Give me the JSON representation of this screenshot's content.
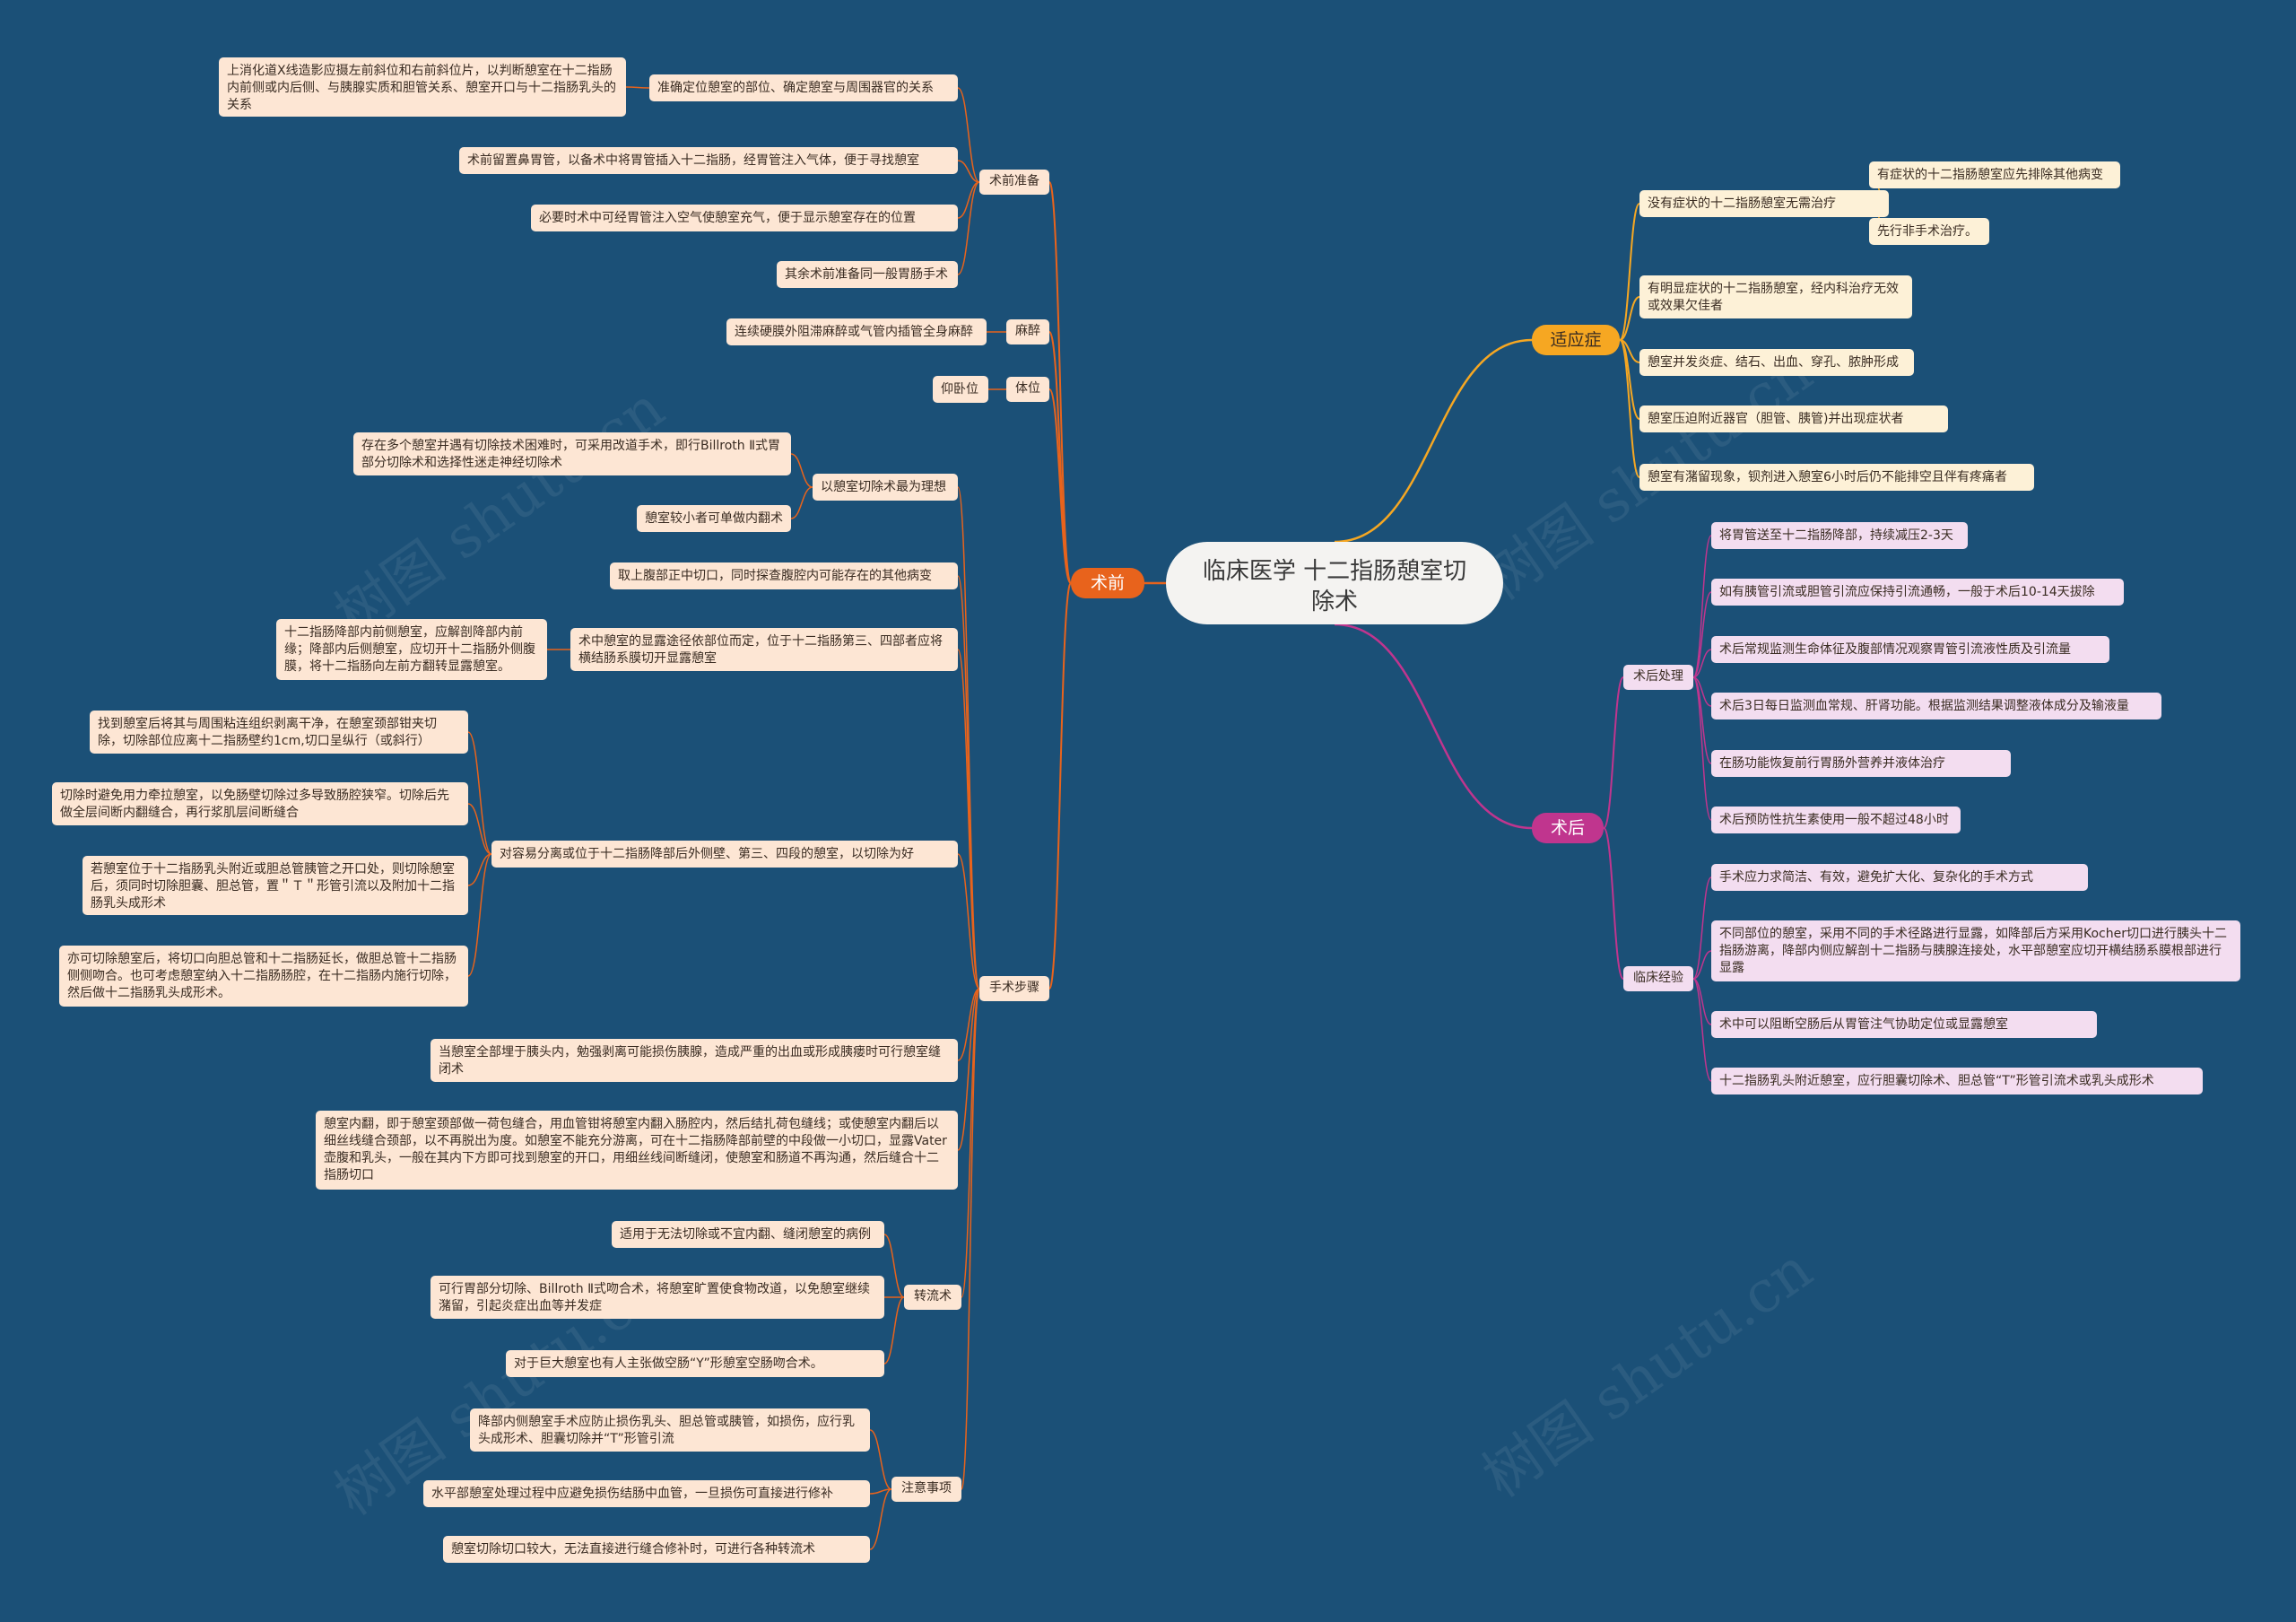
{
  "root": {
    "title": "临床医学  十二指肠憩室切除术"
  },
  "watermark": "树图 shutu.cn",
  "colors": {
    "background": "#1b5077",
    "pre": "#e8631c",
    "ind": "#f6a722",
    "post": "#c0358e"
  },
  "branches": {
    "pre": {
      "label": "术前",
      "prep": {
        "label": "术前准备",
        "items": {
          "locate": {
            "text": "准确定位憩室的部位、确定憩室与周围器官的关系",
            "detail": "上消化道X线造影应摄左前斜位和右前斜位片，以判断憩室在十二指肠内前侧或内后侧、与胰腺实质和胆管关系、憩室开口与十二指肠乳头的关系"
          },
          "tube": "术前留置鼻胃管，以备术中将胃管插入十二指肠，经胃管注入气体，便于寻找憩室",
          "air": "必要时术中可经胃管注入空气使憩室充气，便于显示憩室存在的位置",
          "other": "其余术前准备同一般胃肠手术"
        }
      },
      "anesthesia": {
        "label": "麻醉",
        "text": "连续硬膜外阻滞麻醉或气管内插管全身麻醉"
      },
      "position": {
        "label": "体位",
        "text": "仰卧位"
      },
      "steps": {
        "label": "手术步骤",
        "ideal": {
          "text": "以憩室切除术最为理想",
          "multi": "存在多个憩室并遇有切除技术困难时，可采用改道手术，即行Billroth Ⅱ式胃部分切除术和选择性迷走神经切除术",
          "small": "憩室较小者可单做内翻术"
        },
        "incision": "取上腹部正中切口，同时探查腹腔内可能存在的其他病变",
        "approach": {
          "text": "术中憩室的显露途径依部位而定，位于十二指肠第三、四部者应将横结肠系膜切开显露憩室",
          "detail": "十二指肠降部内前侧憩室，应解剖降部内前缘；降部内后侧憩室，应切开十二指肠外侧腹膜，将十二指肠向左前方翻转显露憩室。"
        },
        "resect": {
          "text": "对容易分离或位于十二指肠降部后外侧壁、第三、四段的憩室，以切除为好",
          "d1": "找到憩室后将其与周围粘连组织剥离干净，在憩室颈部钳夹切除，切除部位应离十二指肠壁约1cm,切口呈纵行（或斜行）",
          "d2": "切除时避免用力牵拉憩室，以免肠壁切除过多导致肠腔狭窄。切除后先做全层间断内翻缝合，再行浆肌层间断缝合",
          "d3": "若憩室位于十二指肠乳头附近或胆总管胰管之开口处，则切除憩室后，须同时切除胆囊、胆总管，置＂Ｔ＂形管引流以及附加十二指肠乳头成形术",
          "d4": "亦可切除憩室后，将切口向胆总管和十二指肠延长，做胆总管十二指肠侧侧吻合。也可考虑憩室纳入十二指肠肠腔，在十二指肠内施行切除，然后做十二指肠乳头成形术。"
        },
        "pancreas": "当憩室全部埋于胰头内，勉强剥离可能损伤胰腺，造成严重的出血或形成胰瘘时可行憩室缝闭术",
        "invert": "憩室内翻，即于憩室颈部做一荷包缝合，用血管钳将憩室内翻入肠腔内，然后结扎荷包缝线；或使憩室内翻后以细丝线缝合颈部，以不再脱出为度。如憩室不能充分游离，可在十二指肠降部前壁的中段做一小切口，显露Vater壶腹和乳头，一般在其内下方即可找到憩室的开口，用细丝线间断缝闭，使憩室和肠道不再沟通，然后缝合十二指肠切口",
        "diversion": {
          "label": "转流术",
          "a": "适用于无法切除或不宜内翻、缝闭憩室的病例",
          "b": "可行胃部分切除、Billroth Ⅱ式吻合术，将憩室旷置使食物改道，以免憩室继续潴留，引起炎症出血等并发症",
          "c": "对于巨大憩室也有人主张做空肠“Y”形憩室空肠吻合术。"
        },
        "notes": {
          "label": "注意事项",
          "a": "降部内侧憩室手术应防止损伤乳头、胆总管或胰管，如损伤，应行乳头成形术、胆囊切除并“T”形管引流",
          "b": "水平部憩室处理过程中应避免损伤结肠中血管，一旦损伤可直接进行修补",
          "c": "憩室切除切口较大，无法直接进行缝合修补时，可进行各种转流术"
        }
      }
    },
    "ind": {
      "label": "适应症",
      "asym": {
        "text": "没有症状的十二指肠憩室无需治疗",
        "a": "有症状的十二指肠憩室应先排除其他病变",
        "b": "先行非手术治疗。"
      },
      "sym": "有明显症状的十二指肠憩室，经内科治疗无效或效果欠佳者",
      "comp": "憩室并发炎症、结石、出血、穿孔、脓肿形成",
      "press": "憩室压迫附近器官（胆管、胰管)并出现症状者",
      "retain": "憩室有潴留现象，钡剂进入憩室6小时后仍不能排空且伴有疼痛者"
    },
    "post": {
      "label": "术后",
      "care": {
        "label": "术后处理",
        "a": "将胃管送至十二指肠降部，持续减压2-3天",
        "b": "如有胰管引流或胆管引流应保持引流通畅，一般于术后10-14天拔除",
        "c": "术后常规监测生命体征及腹部情况观察胃管引流液性质及引流量",
        "d": "术后3日每日监测血常规、肝肾功能。根据监测结果调整液体成分及输液量",
        "e": "在肠功能恢复前行胃肠外营养并液体治疗",
        "f": "术后预防性抗生素使用一般不超过48小时"
      },
      "exp": {
        "label": "临床经验",
        "a": "手术应力求简洁、有效，避免扩大化、复杂化的手术方式",
        "b": "不同部位的憩室，采用不同的手术径路进行显露，如降部后方采用Kocher切口进行胰头十二指肠游离，降部内侧应解剖十二指肠与胰腺连接处，水平部憩室应切开横结肠系膜根部进行显露",
        "c": "术中可以阻断空肠后从胃管注气协助定位或显露憩室",
        "d": "十二指肠乳头附近憩室，应行胆囊切除术、胆总管“T”形管引流术或乳头成形术"
      }
    }
  }
}
